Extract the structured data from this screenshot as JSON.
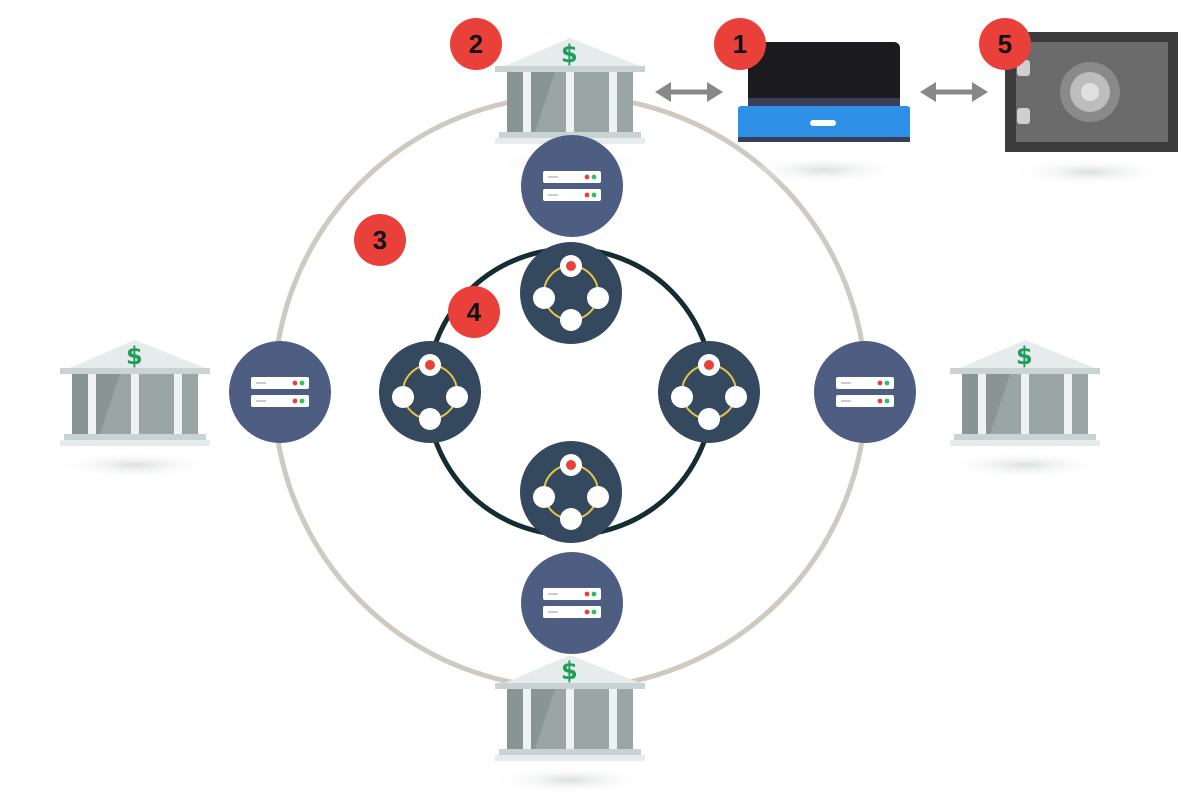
{
  "badges": {
    "b1": "1",
    "b2": "2",
    "b3": "3",
    "b4": "4",
    "b5": "5"
  },
  "bank_symbol": "$",
  "colors": {
    "badge": "#e9413a",
    "outer_ring": "#cfc9c2",
    "inner_ring": "#142c33",
    "node_fill": "#4e5e82",
    "hub_fill": "#34485e",
    "hub_link": "#e8c547",
    "laptop_screen": "#1b1b1f",
    "laptop_base": "#2e8fe6",
    "safe_body": "#6b6b6b",
    "safe_frame": "#3b3b3b",
    "bank_body": "#9aa6a6",
    "bank_roof": "#e6ecec",
    "arrow": "#888888"
  },
  "icons": {
    "laptop": "laptop-icon",
    "safe": "safe-icon",
    "bank": "bank-building-icon",
    "server": "server-icon",
    "hub": "network-hub-icon",
    "arrow": "double-arrow-icon"
  }
}
